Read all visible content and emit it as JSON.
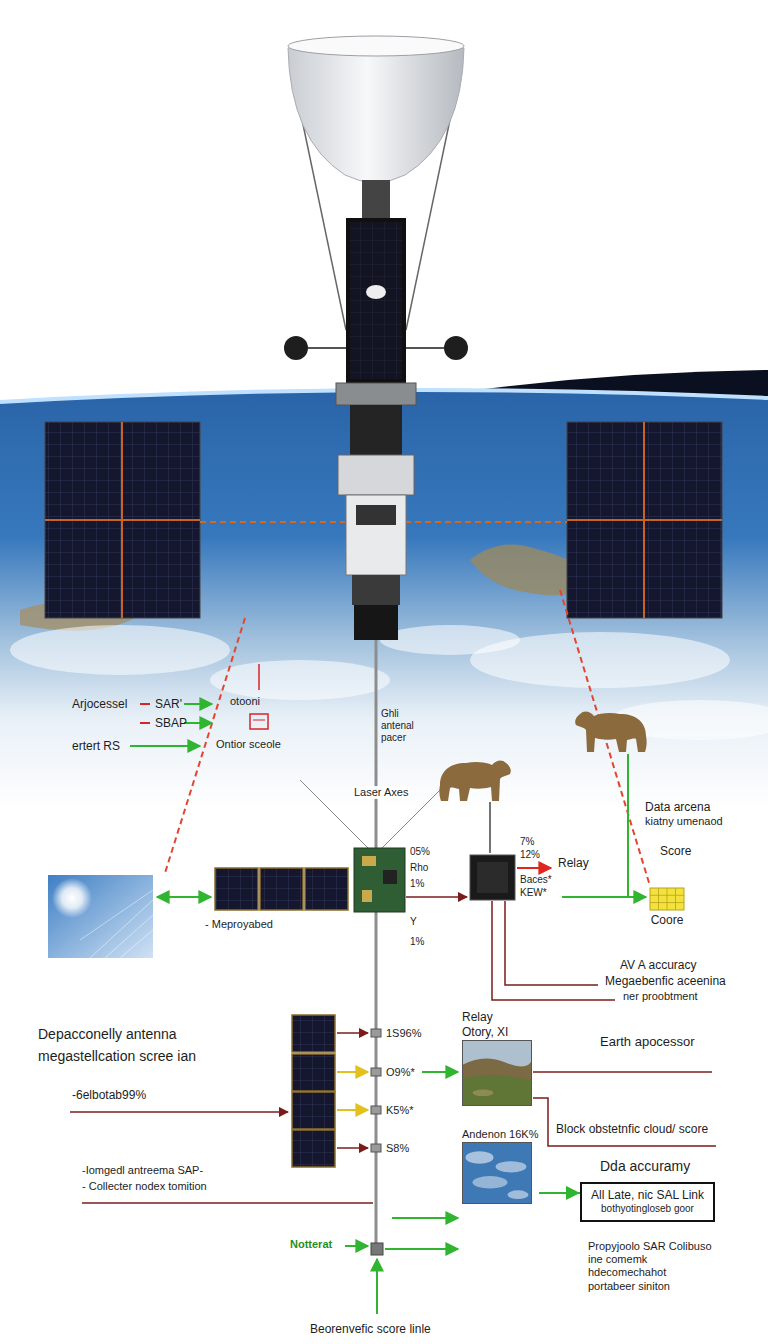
{
  "diagram": {
    "nodes": [
      {
        "text": [
          "Coore"
        ]
      },
      {
        "text": [
          "Relay",
          "Otory, XI"
        ]
      },
      {
        "text": [
          "Andenon 16K%"
        ]
      },
      {
        "text": [
          "All Late, nic SAL Link",
          "bothyotingloseb goor"
        ]
      }
    ],
    "edges": [
      {
        "from": 2,
        "to": 3,
        "arrow": "to"
      }
    ],
    "labels": [
      "Arjocessel",
      "SAR'",
      "SBAP",
      "ertert RS",
      "otooni",
      "Ontior sceole",
      "Ghli antenal pacer",
      "Laser Axes",
      "Data arcena",
      "kiatny umenaod",
      "Score",
      "Relay",
      "05%",
      "Rho",
      "1%",
      "7%",
      "12%",
      "Baces*",
      "KEW*",
      "- Meproyabed",
      "Y",
      "1%",
      "AV A accuracy",
      "Megaebenfic aceenina",
      "ner proobtment",
      "Depacconelly antenna",
      "megastellcation scree ian",
      "Earth apocessor",
      "1S96%",
      "O9%*",
      "K5%*",
      "S8%",
      "-6elbotab99%",
      "Block obstetnfic cloud/ score",
      "-Iomgedl antreema SAP-",
      "- Collecter nodex tomition",
      "Dda accuramy",
      "Propyjoolo SAR Colibuso ine comemk hdecomechahot portabeer siniton",
      "Notterat",
      "Beorenvefic score linle"
    ]
  }
}
